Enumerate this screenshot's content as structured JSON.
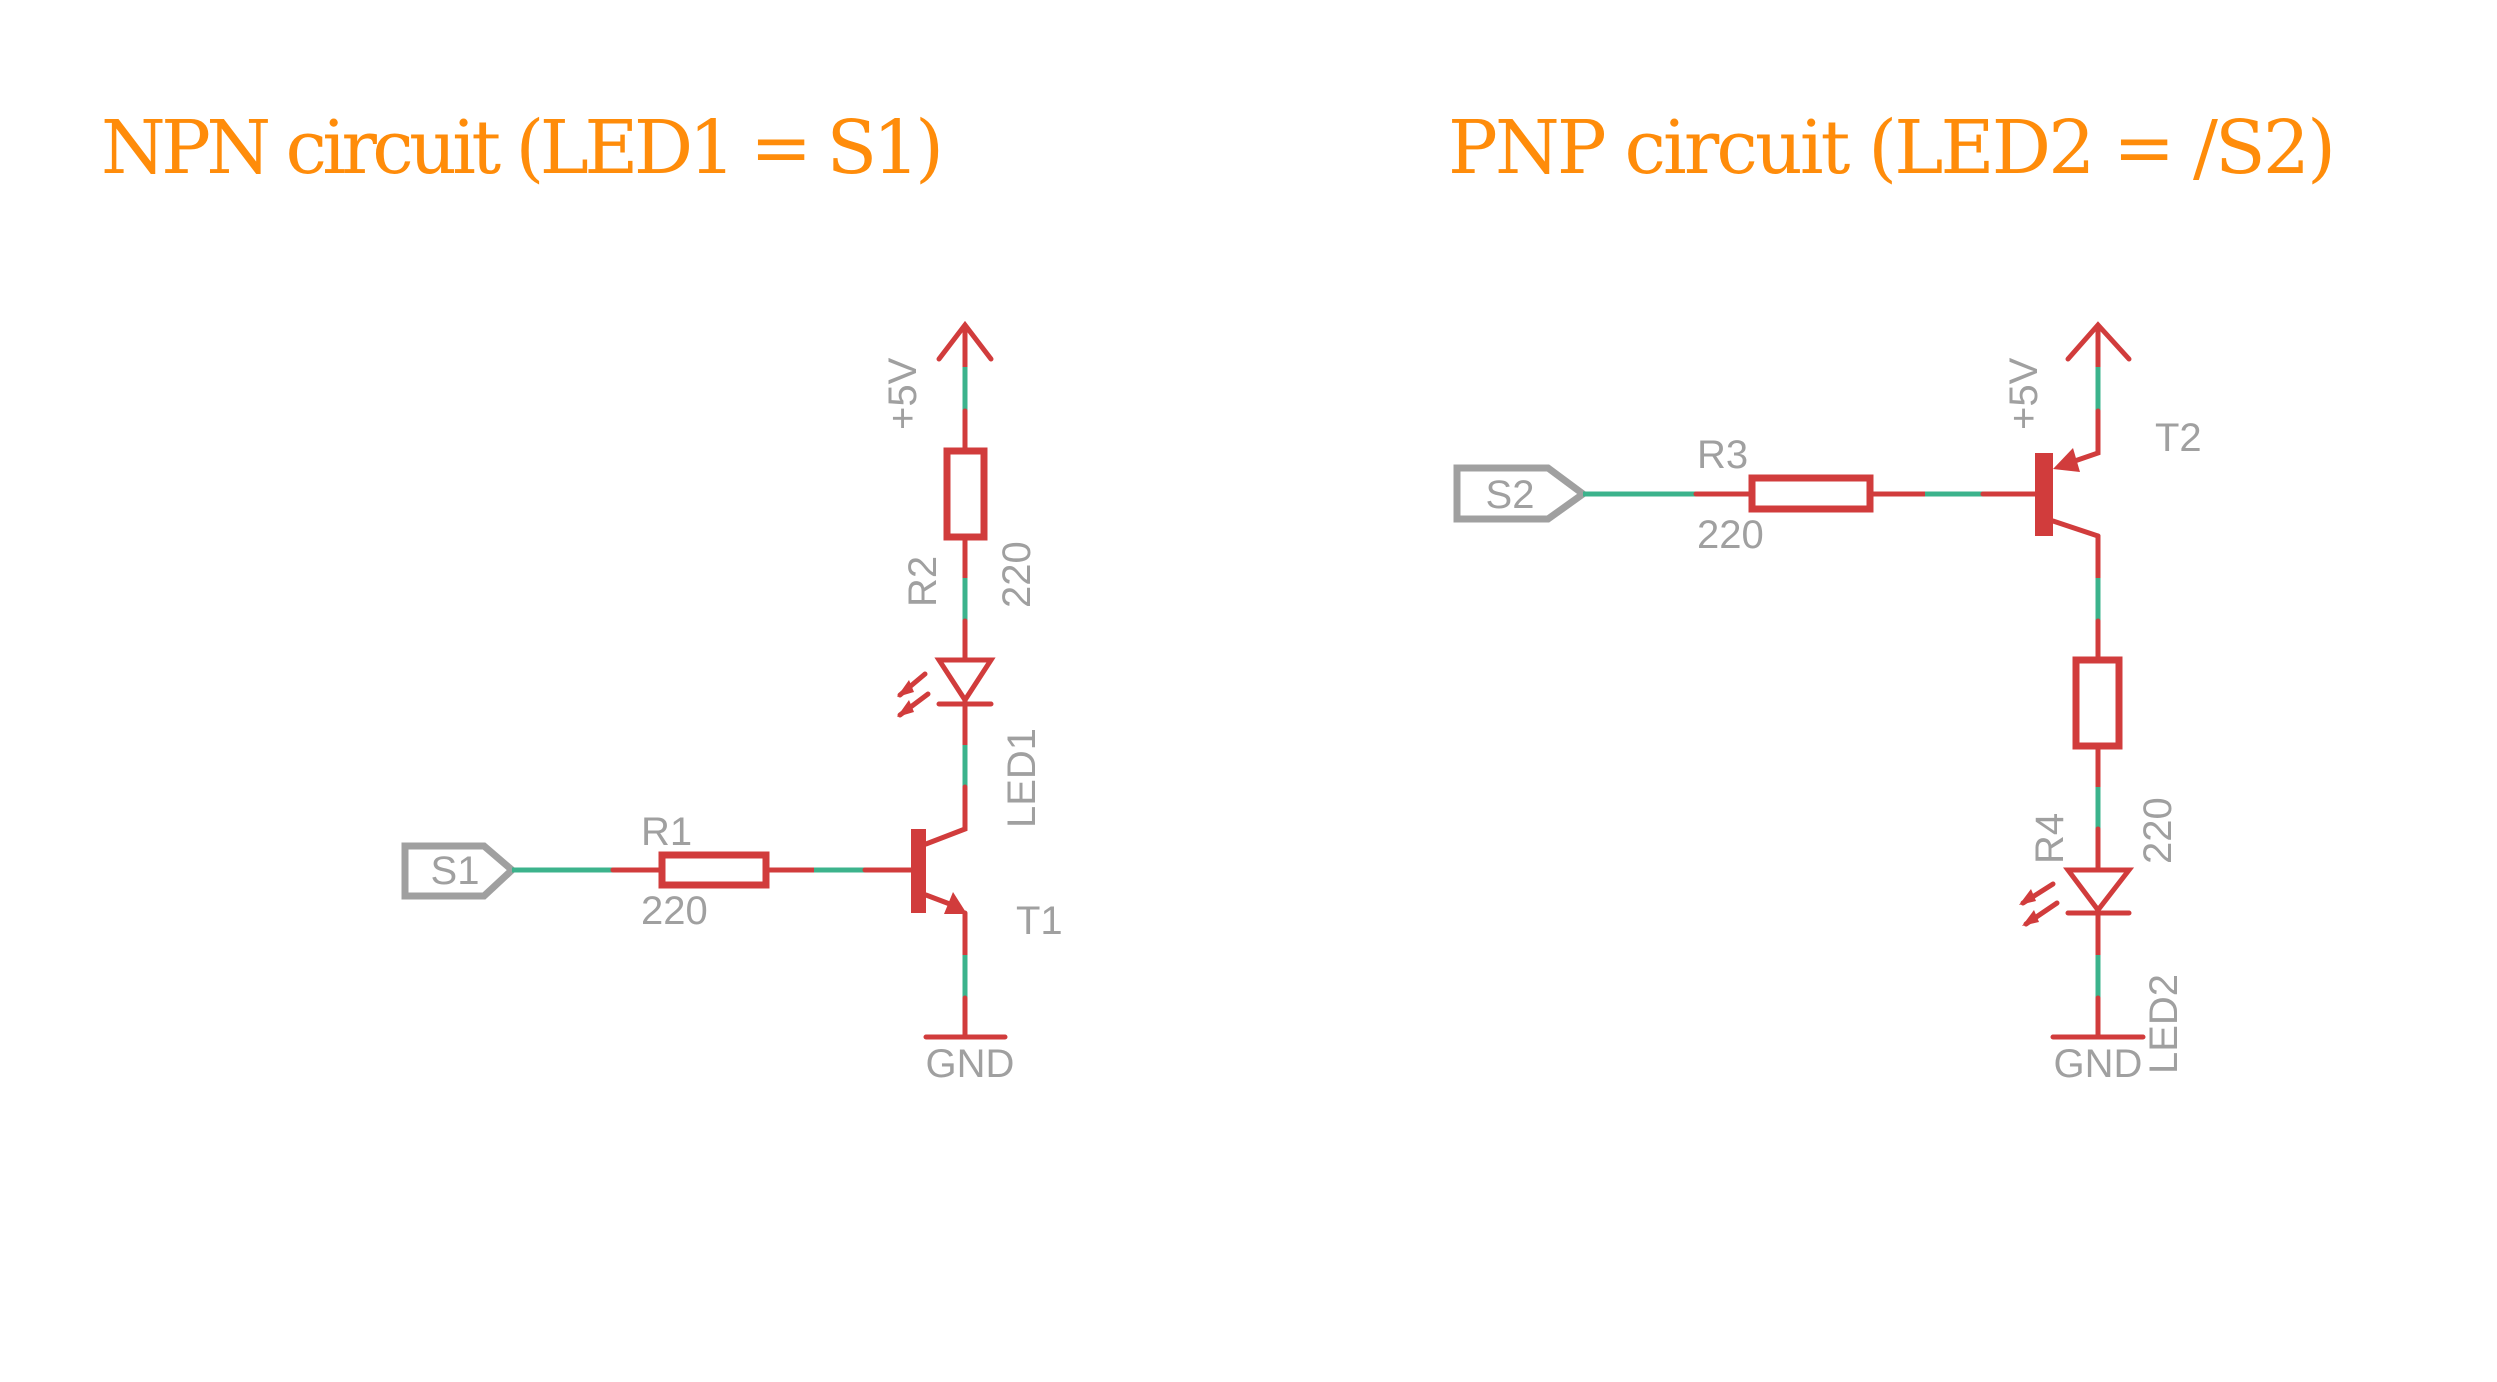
{
  "titles": {
    "npn": "NPN circuit (LED1 = S1)",
    "pnp": "PNP circuit (LED2 = /S2)"
  },
  "npn": {
    "supply": "+5V",
    "ground": "GND",
    "signal": "S1",
    "r_base": {
      "name": "R1",
      "value": "220"
    },
    "r_led": {
      "name": "R2",
      "value": "220"
    },
    "led": "LED1",
    "transistor": "T1"
  },
  "pnp": {
    "supply": "+5V",
    "ground": "GND",
    "signal": "S2",
    "r_base": {
      "name": "R3",
      "value": "220"
    },
    "r_led": {
      "name": "R4",
      "value": "220"
    },
    "led": "LED2",
    "transistor": "T2"
  },
  "colors": {
    "title": "#ff8c0a",
    "symbol": "#d13c3c",
    "net": "#3cb38c",
    "label": "#a0a0a0"
  }
}
